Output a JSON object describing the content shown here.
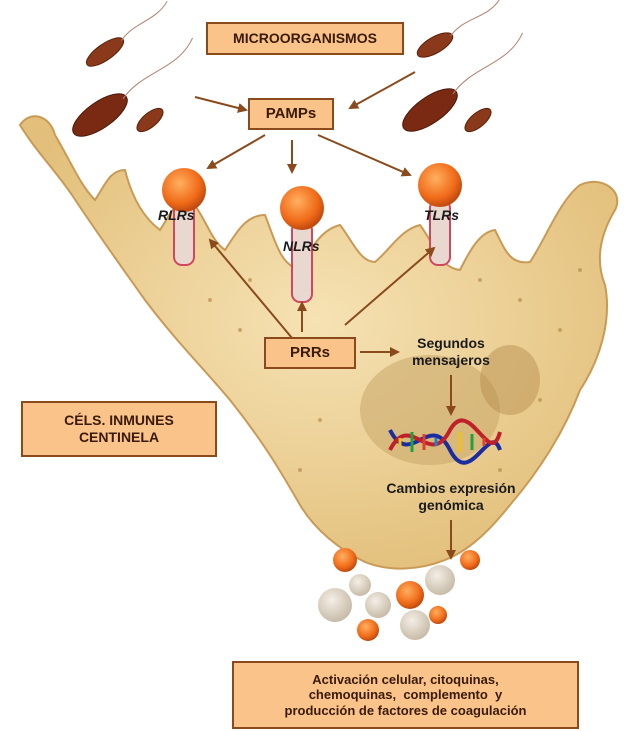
{
  "boxes": {
    "microorganismos": "MICROORGANISMOS",
    "pamps": "PAMPs",
    "prrs": "PRRs",
    "celulas_line1": "CÉLS. INMUNES",
    "celulas_line2": "CENTINELA",
    "activacion_line1": "Activación celular, citoquinas,",
    "activacion_line2": "chemoquinas,  complemento  y",
    "activacion_line3": "producción de factores de coagulación"
  },
  "receptors": {
    "rlrs": "RLRs",
    "nlrs": "NLRs",
    "tlrs": "TLRs"
  },
  "labels": {
    "segundos_line1": "Segundos",
    "segundos_line2": "mensajeros",
    "cambios_line1": "Cambios expresión",
    "cambios_line2": "genómica"
  },
  "colors": {
    "box_fill": "#f9c38a",
    "box_border": "#8a4a1c",
    "arrow": "#8a4a1c",
    "cell_body": "#eed29a",
    "receptor_head": "#f07a22"
  }
}
